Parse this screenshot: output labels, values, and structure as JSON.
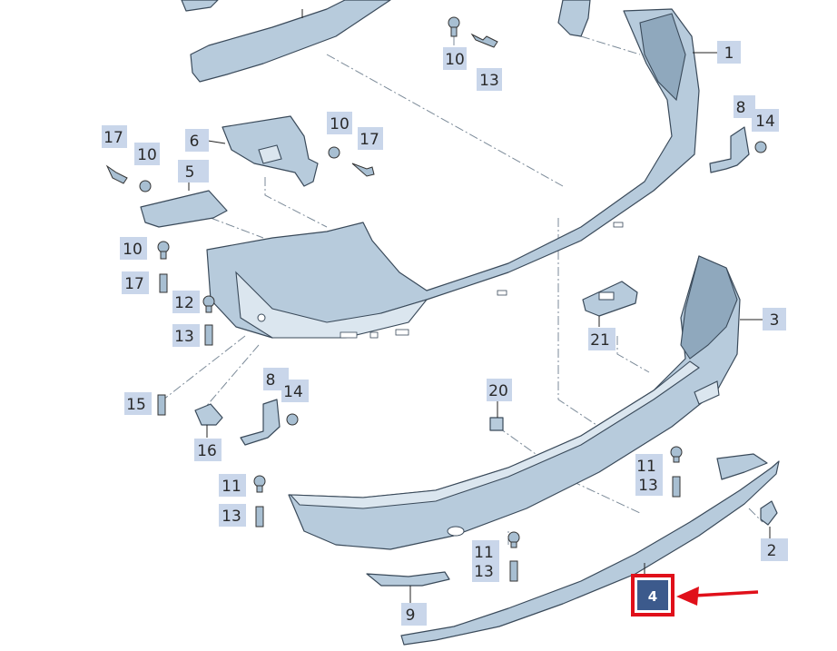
{
  "labels": {
    "l1": "1",
    "l2": "2",
    "l3": "3",
    "l4": "4",
    "l5": "5",
    "l6": "6",
    "l8a": "8",
    "l8b": "8",
    "l9": "9",
    "l10a": "10",
    "l10b": "10",
    "l10c": "10",
    "l10d": "10",
    "l11a": "11",
    "l11b": "11",
    "l11c": "11",
    "l12": "12",
    "l13a": "13",
    "l13b": "13",
    "l13c": "13",
    "l13d": "13",
    "l13e": "13",
    "l14a": "14",
    "l14b": "14",
    "l15": "15",
    "l16": "16",
    "l17a": "17",
    "l17b": "17",
    "l17c": "17",
    "l20": "20",
    "l21": "21"
  },
  "colors": {
    "highlight_border": "#e0101a",
    "highlight_fill": "#3c5a8c",
    "label_bg": "#c9d6ea",
    "part_fill": "#b7cbdc"
  }
}
